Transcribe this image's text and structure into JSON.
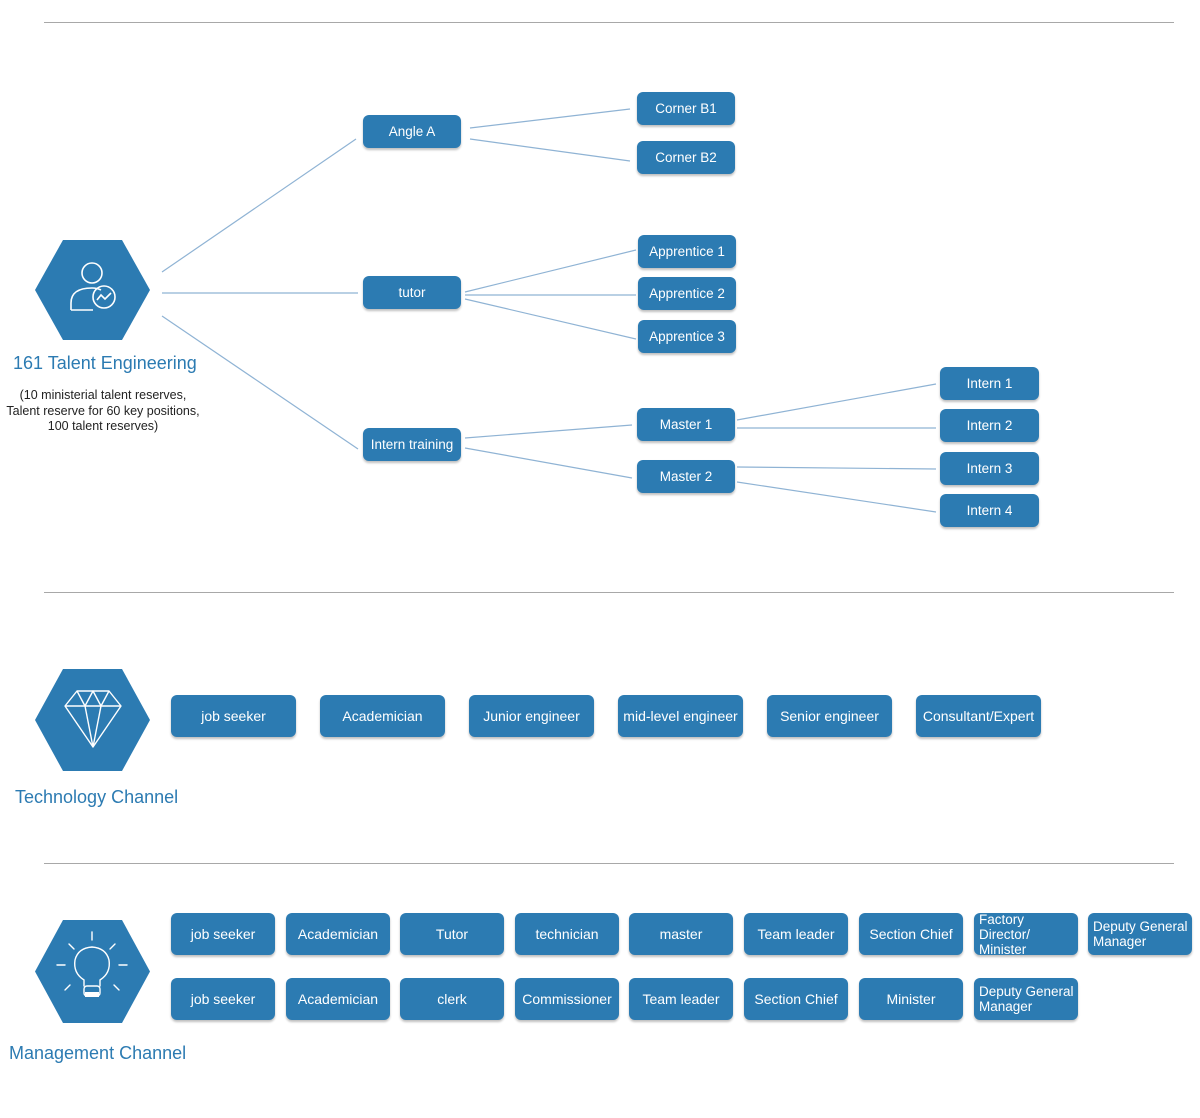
{
  "talent": {
    "title": "161 Talent Engineering",
    "note_lines": [
      "(10 ministerial talent reserves,",
      "Talent reserve for 60 key positions,",
      "100 talent reserves)"
    ],
    "icon": "user-chart-icon",
    "angle_a": "Angle A",
    "corner_b1": "Corner B1",
    "corner_b2": "Corner B2",
    "tutor": "tutor",
    "apprentice_1": "Apprentice 1",
    "apprentice_2": "Apprentice 2",
    "apprentice_3": "Apprentice 3",
    "intern_training": "Intern training",
    "master_1": "Master 1",
    "master_2": "Master 2",
    "intern_1": "Intern 1",
    "intern_2": "Intern 2",
    "intern_3": "Intern 3",
    "intern_4": "Intern 4"
  },
  "technology": {
    "title": "Technology Channel",
    "icon": "diamond-icon",
    "steps": [
      "job seeker",
      "Academician",
      "Junior engineer",
      "mid-level engineer",
      "Senior engineer",
      "Consultant/Expert"
    ]
  },
  "management": {
    "title": "Management Channel",
    "icon": "lightbulb-icon",
    "row1": [
      "job seeker",
      "Academician",
      "Tutor",
      "technician",
      "master",
      "Team leader",
      "Section Chief",
      "Factory Director/ Minister",
      "Deputy General Manager"
    ],
    "row2": [
      "job seeker",
      "Academician",
      "clerk",
      "Commissioner",
      "Team leader",
      "Section Chief",
      "Minister",
      "Deputy General Manager"
    ]
  },
  "colors": {
    "primary": "#2c7bb2",
    "connector": "#8fb3d4",
    "rule": "#a8a8a8"
  }
}
